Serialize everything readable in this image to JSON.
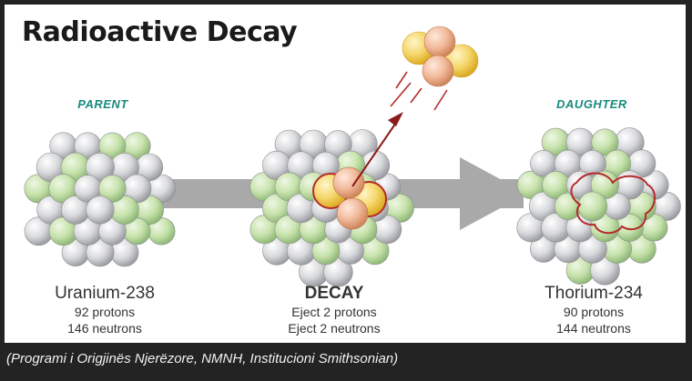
{
  "title": "Radioactive Decay",
  "labels": {
    "parent": "PARENT",
    "daughter": "DAUGHTER"
  },
  "parent": {
    "name": "Uranium-238",
    "line1": "92 protons",
    "line2": "146 neutrons"
  },
  "decay": {
    "name": "DECAY",
    "line1": "Eject 2 protons",
    "line2": "Eject 2 neutrons"
  },
  "daughter": {
    "name": "Thorium-234",
    "line1": "90 protons",
    "line2": "144 neutrons"
  },
  "caption": "(Programi i Origjinës Njerëzore, NMNH, Institucioni Smithsonian)",
  "colors": {
    "proton": "#f5d66a",
    "neutron": "#f1b99a",
    "nucleon_green": "#c8e3ad",
    "nucleon_grey": "#d9dadd",
    "accent_red": "#b52a2a",
    "label_teal": "#178a7e",
    "arrow_grey": "#a9a9a9"
  }
}
